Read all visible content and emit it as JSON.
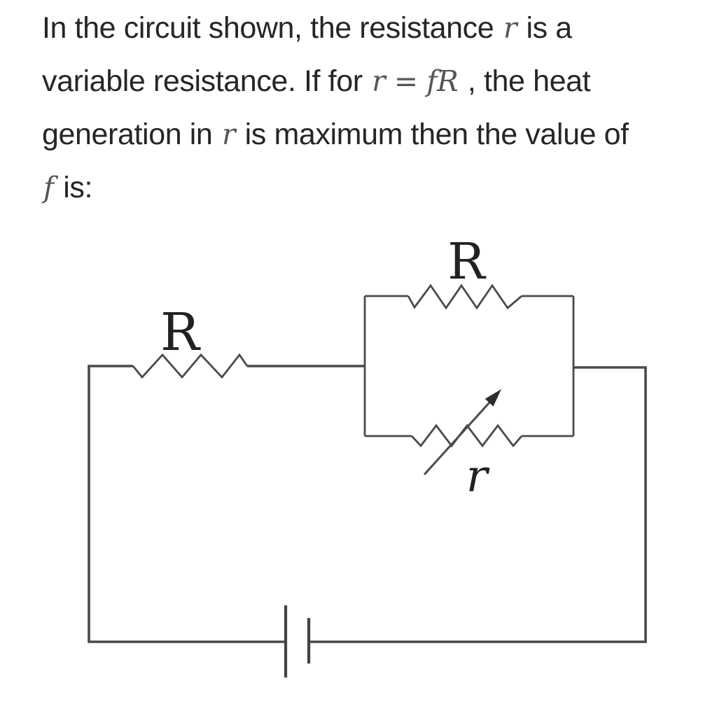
{
  "question": {
    "lines": [
      {
        "segments": [
          {
            "t": "In the circuit shown, the resistance ",
            "style": "text"
          },
          {
            "t": "r",
            "style": "math"
          },
          {
            "t": " is a",
            "style": "text"
          }
        ]
      },
      {
        "segments": [
          {
            "t": "variable resistance. If for ",
            "style": "text"
          },
          {
            "t": "r = fR",
            "style": "math"
          },
          {
            "t": " , the heat",
            "style": "text"
          }
        ]
      },
      {
        "segments": [
          {
            "t": "generation in ",
            "style": "text"
          },
          {
            "t": "r",
            "style": "math"
          },
          {
            "t": " is maximum then the value of",
            "style": "text"
          }
        ]
      },
      {
        "segments": [
          {
            "t": "f",
            "style": "math"
          },
          {
            "t": " is:",
            "style": "text"
          }
        ]
      }
    ]
  },
  "circuit": {
    "labels": {
      "series_resistor": "R",
      "parallel_top_resistor": "R",
      "variable_resistor": "r"
    },
    "components": [
      "series resistor R in top-left branch",
      "parallel pair: resistor R (top branch) and variable resistor r with diagonal arrow (bottom branch)",
      "battery cell in bottom wire"
    ],
    "colors": {
      "background": "#ffffff",
      "wire": "#4a4a4a",
      "label_text": "#222222",
      "body_text": "#262626",
      "math_text": "#555555"
    }
  }
}
